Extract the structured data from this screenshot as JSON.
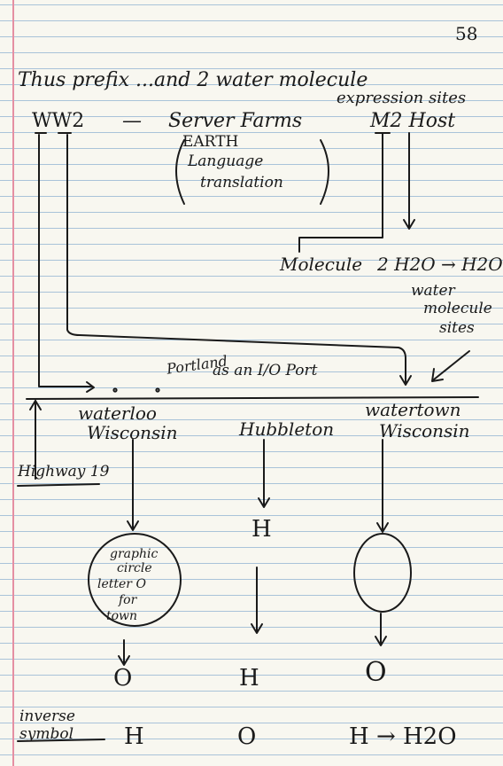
{
  "page": {
    "number": "58",
    "line1": "Thus prefix ...and 2 water molecule",
    "line1b": "expression sites",
    "ww2": "WW2",
    "dash": "—",
    "server_farms": "Server Farms",
    "m2host": "M2 Host",
    "paren1": "EARTH",
    "paren2": "Language",
    "paren3": "translation",
    "molecule": "Molecule",
    "h2o_eq": "2 H2O → H2O",
    "water_sites1": "water",
    "water_sites2": "molecule",
    "water_sites3": "sites",
    "portland1": "Portland",
    "portland2": "as an I/O Port",
    "waterloo": "waterloo",
    "wisconsin1": "Wisconsin",
    "hubbleton": "Hubbleton",
    "watertown": "watertown",
    "wisconsin2": "Wisconsin",
    "highway": "Highway 19",
    "circle1": "graphic",
    "circle2": "circle",
    "circle3": "letter O",
    "circle4": "for",
    "circle5": "town",
    "h_mid": "H",
    "o_left": "O",
    "h_center": "H",
    "o_right": "O",
    "inverse1": "inverse",
    "inverse2": "symbol",
    "inv_h": "H",
    "inv_o": "O",
    "inv_eq": "H → H2O"
  }
}
